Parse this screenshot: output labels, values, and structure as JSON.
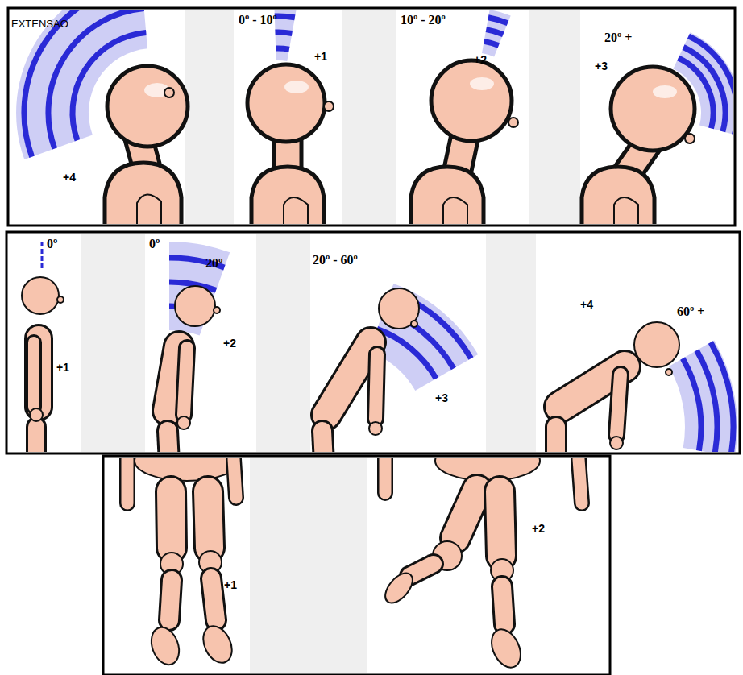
{
  "diagram": {
    "nodes": [
      {
        "text": [
          "EXTENSÃO",
          "+4"
        ]
      },
      {
        "text": [
          "0º - 10º",
          "+1"
        ]
      },
      {
        "text": [
          "10º - 20º",
          "+2"
        ]
      },
      {
        "text": [
          "20º +",
          "+3"
        ]
      },
      {
        "text": [
          "0º",
          "+1"
        ]
      },
      {
        "text": [
          "0º",
          "20º",
          "+2"
        ]
      },
      {
        "text": [
          "20º - 60º",
          "+3"
        ]
      },
      {
        "text": [
          "+4",
          "60º +"
        ]
      },
      {
        "text": [
          "+1"
        ]
      },
      {
        "text": [
          "+2"
        ]
      }
    ]
  }
}
